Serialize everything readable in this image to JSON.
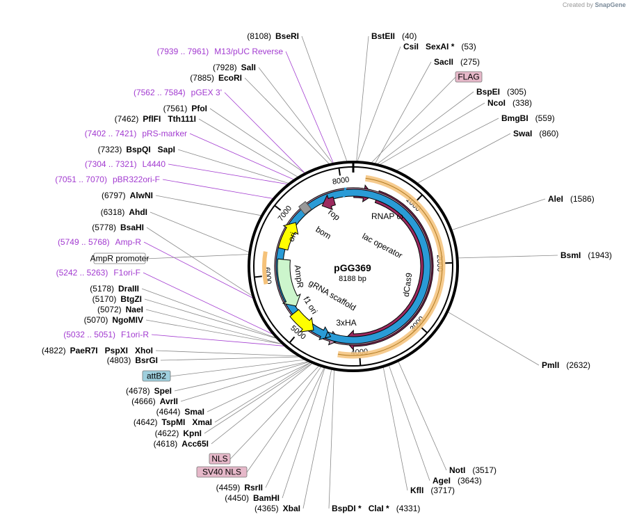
{
  "credit": {
    "prefix": "Created by",
    "brand": "SnapGene"
  },
  "plasmid": {
    "name": "pGG369",
    "size": "8188 bp"
  },
  "ticks": [
    "1000",
    "2000",
    "3000",
    "4000",
    "5000",
    "6000",
    "7000",
    "8000"
  ],
  "features_inner": [
    "RNAP ω",
    "lac operator",
    "dCas9",
    "3xHA",
    "gRNA scaffold",
    "f1 ori",
    "AmpR",
    "ori",
    "bom",
    "rop"
  ],
  "enzymes": [
    {
      "name": "BseRI",
      "pos": "(8108)"
    },
    {
      "name": "BstEII",
      "pos": "(40)"
    },
    {
      "name": "CsiI",
      "name2": "SexAI *",
      "pos": "(53)"
    },
    {
      "name": "SacII",
      "pos": "(275)"
    },
    {
      "name": "BspEI",
      "pos": "(305)"
    },
    {
      "name": "NcoI",
      "pos": "(338)"
    },
    {
      "name": "BmgBI",
      "pos": "(559)"
    },
    {
      "name": "SwaI",
      "pos": "(860)"
    },
    {
      "name": "AleI",
      "pos": "(1586)"
    },
    {
      "name": "BsmI",
      "pos": "(1943)"
    },
    {
      "name": "PmlI",
      "pos": "(2632)"
    },
    {
      "name": "NotI",
      "pos": "(3517)"
    },
    {
      "name": "AgeI",
      "pos": "(3643)"
    },
    {
      "name": "KflI",
      "pos": "(3717)"
    },
    {
      "name": "BspDI *",
      "name2": "ClaI *",
      "pos": "(4331)"
    },
    {
      "name": "XbaI",
      "pos": "(4365)"
    },
    {
      "name": "BamHI",
      "pos": "(4450)"
    },
    {
      "name": "RsrII",
      "pos": "(4459)"
    },
    {
      "name": "Acc65I",
      "pos": "(4618)"
    },
    {
      "name": "KpnI",
      "pos": "(4622)"
    },
    {
      "name": "TspMI",
      "name2": "XmaI",
      "pos": "(4642)"
    },
    {
      "name": "SmaI",
      "pos": "(4644)"
    },
    {
      "name": "AvrII",
      "pos": "(4666)"
    },
    {
      "name": "SpeI",
      "pos": "(4678)"
    },
    {
      "name": "BsrGI",
      "pos": "(4803)"
    },
    {
      "name": "PaeR7I",
      "name2": "PspXI",
      "name3": "XhoI",
      "pos": "(4822)"
    },
    {
      "name": "NgoMIV",
      "pos": "(5070)"
    },
    {
      "name": "NaeI",
      "pos": "(5072)"
    },
    {
      "name": "BtgZI",
      "pos": "(5170)"
    },
    {
      "name": "DraIII",
      "pos": "(5178)"
    },
    {
      "name": "BsaHI",
      "pos": "(5778)"
    },
    {
      "name": "AhdI",
      "pos": "(6318)"
    },
    {
      "name": "AlwNI",
      "pos": "(6797)"
    },
    {
      "name": "BspQI",
      "name2": "SapI",
      "pos": "(7323)"
    },
    {
      "name": "PflFI",
      "name2": "Tth111I",
      "pos": "(7462)"
    },
    {
      "name": "PfoI",
      "pos": "(7561)"
    },
    {
      "name": "EcoRI",
      "pos": "(7885)"
    },
    {
      "name": "SalI",
      "pos": "(7928)"
    }
  ],
  "primers": [
    {
      "name": "M13/pUC Reverse",
      "range": "(7939 .. 7961)"
    },
    {
      "name": "pGEX 3'",
      "range": "(7562 .. 7584)"
    },
    {
      "name": "pRS-marker",
      "range": "(7402 .. 7421)"
    },
    {
      "name": "L4440",
      "range": "(7304 .. 7321)"
    },
    {
      "name": "pBR322ori-F",
      "range": "(7051 .. 7070)"
    },
    {
      "name": "Amp-R",
      "range": "(5749 .. 5768)"
    },
    {
      "name": "F1ori-F",
      "range": "(5242 .. 5263)"
    },
    {
      "name": "F1ori-R",
      "range": "(5032 .. 5051)"
    }
  ],
  "boxed": [
    {
      "label": "FLAG",
      "fill": "#e6b8c9"
    },
    {
      "label": "AmpR promoter",
      "fill": "#ffffff"
    },
    {
      "label": "attB2",
      "fill": "#9ecfdd"
    },
    {
      "label": "NLS",
      "fill": "#e6b8c9"
    },
    {
      "label": "SV40 NLS",
      "fill": "#e6b8c9"
    }
  ],
  "colors": {
    "cas9": "#9b2a5e",
    "ori": "#ffff00",
    "amp": "#ccf5cc",
    "bom": "#999999",
    "highlight": "#f5c27a",
    "primer": "#a23ad0",
    "promoter_box": "#ffffff",
    "attb_box": "#9ecfdd",
    "nls_box": "#e6b8c9"
  }
}
